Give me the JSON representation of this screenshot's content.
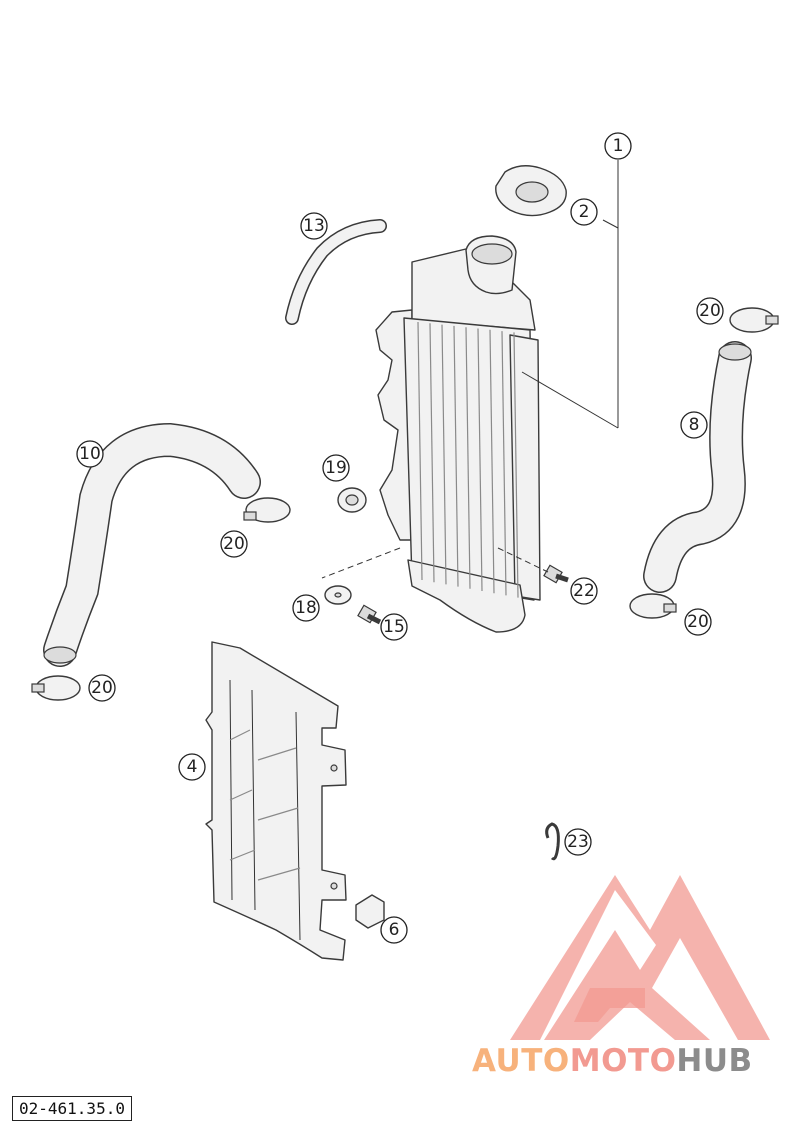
{
  "document_code": "02-461.35.0",
  "callouts": [
    {
      "id": "c1",
      "label": "1"
    },
    {
      "id": "c2",
      "label": "2"
    },
    {
      "id": "c13",
      "label": "13"
    },
    {
      "id": "c20a",
      "label": "20"
    },
    {
      "id": "c8",
      "label": "8"
    },
    {
      "id": "c10",
      "label": "10"
    },
    {
      "id": "c19",
      "label": "19"
    },
    {
      "id": "c20b",
      "label": "20"
    },
    {
      "id": "c22",
      "label": "22"
    },
    {
      "id": "c18",
      "label": "18"
    },
    {
      "id": "c15",
      "label": "15"
    },
    {
      "id": "c20c",
      "label": "20"
    },
    {
      "id": "c20d",
      "label": "20"
    },
    {
      "id": "c4",
      "label": "4"
    },
    {
      "id": "c23",
      "label": "23"
    },
    {
      "id": "c6",
      "label": "6"
    }
  ],
  "watermark": {
    "part1": "AUTO",
    "part2": "MOTO",
    "part3": "HUB",
    "color_part1": "#f7b27c",
    "color_part2": "#f29a91",
    "color_part3": "#8c8c8c"
  }
}
